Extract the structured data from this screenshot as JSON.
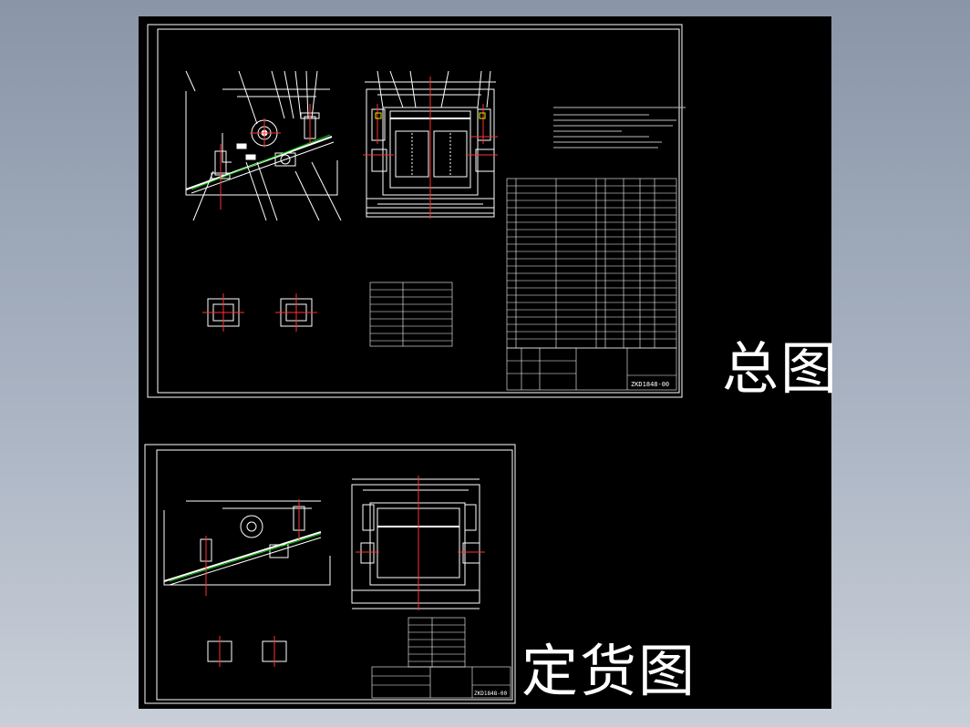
{
  "labels": {
    "overview": "总图",
    "order": "定货图"
  },
  "drawing_code": "ZKD1848-00",
  "colors": {
    "background": "#000000",
    "border": "#ffffff",
    "centerline": "#ff3030",
    "accent_green": "#00c800",
    "accent_yellow": "#e8e800",
    "accent_cyan": "#50c8ff"
  }
}
